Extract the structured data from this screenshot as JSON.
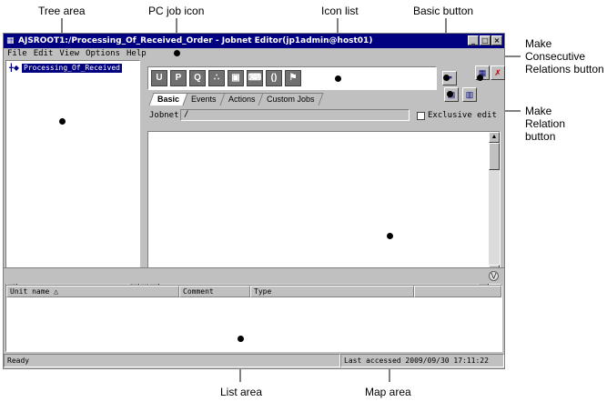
{
  "callouts": {
    "tree_area": "Tree area",
    "pc_job_icon": "PC job icon",
    "icon_list": "Icon list",
    "basic_button": "Basic button",
    "make_consecutive_relations_button": "Make Consecutive Relations button",
    "make_relation_button": "Make Relation button",
    "list_area": "List area",
    "map_area": "Map area"
  },
  "window": {
    "title": "AJSROOT1:/Processing_Of_Received_Order - Jobnet Editor(jp1admin@host01)",
    "minimize_icon": "minimize-icon",
    "maximize_icon": "maximize-icon",
    "close_icon": "close-icon"
  },
  "menubar": {
    "items": [
      "File",
      "Edit",
      "View",
      "Options",
      "Help"
    ]
  },
  "tree": {
    "selected_node": "Processing_Of_Received"
  },
  "tabs": [
    "Basic",
    "Events",
    "Actions",
    "Custom Jobs"
  ],
  "jobnet": {
    "label": "Jobnet",
    "value": "/"
  },
  "exclusive_edit_label": "Exclusive edit",
  "list": {
    "columns": [
      "Unit name",
      "Comment",
      "Type"
    ]
  },
  "status": {
    "ready": "Ready",
    "last_accessed": "Last accessed 2009/09/30 17:11:22"
  },
  "colors": {
    "titlebar": "#000080",
    "window_face": "#c0c0c0",
    "selection": "#000080"
  }
}
